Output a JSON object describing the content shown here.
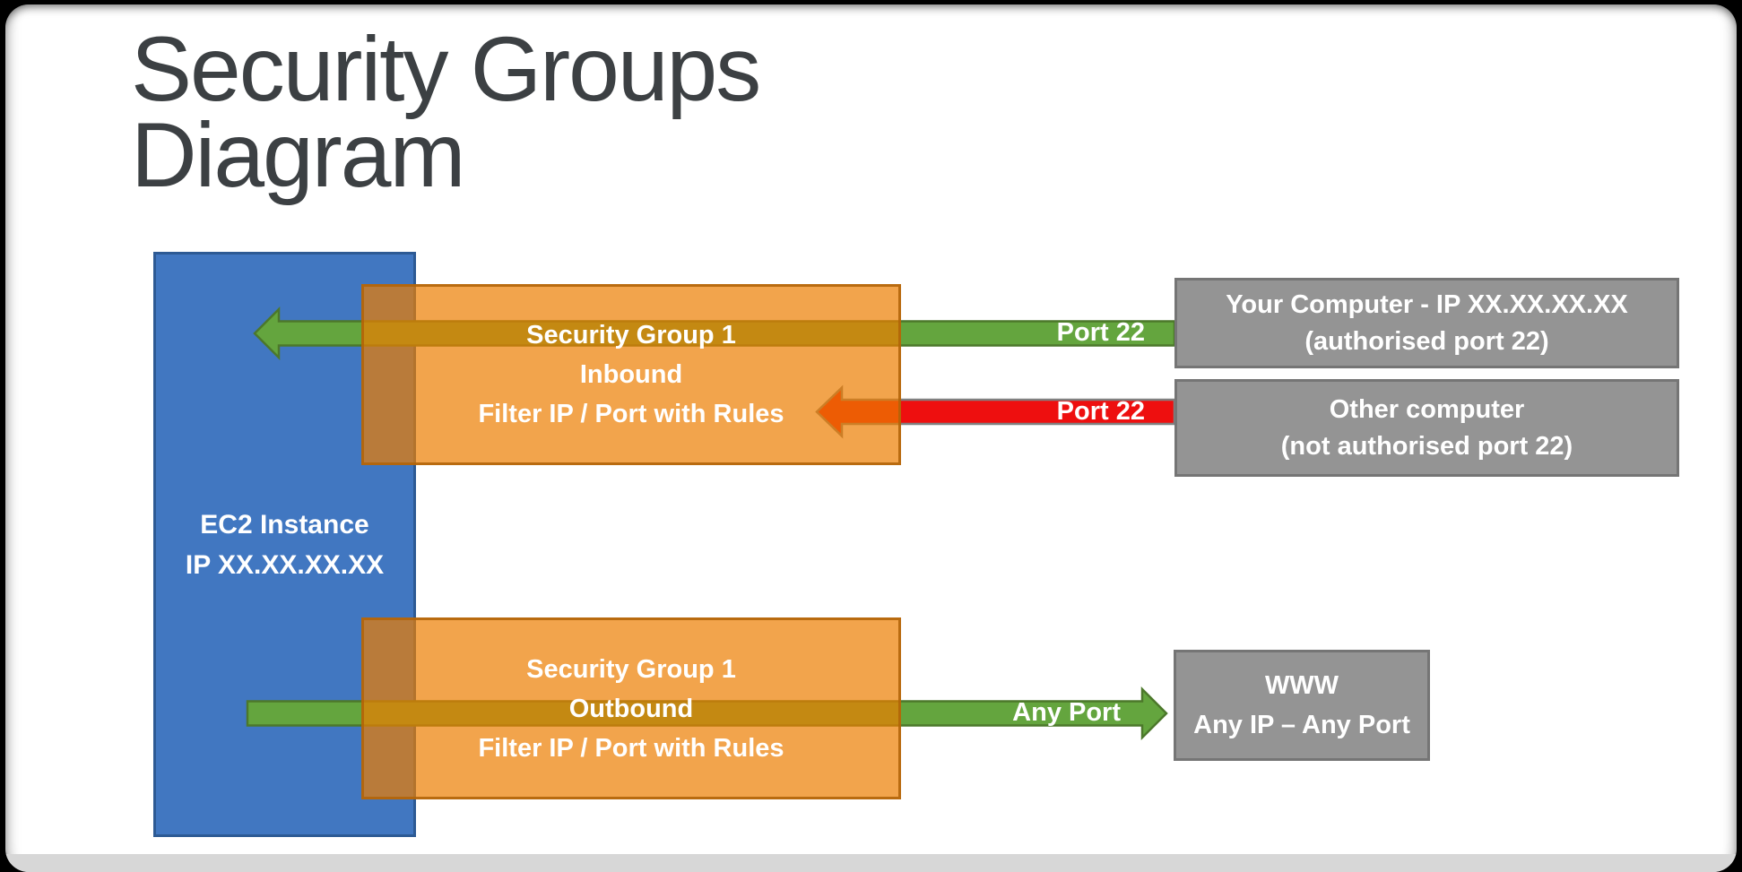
{
  "slide": {
    "title_line1": "Security Groups",
    "title_line2": "Diagram"
  },
  "nodes": {
    "ec2": {
      "line1": "EC2 Instance",
      "line2": "IP XX.XX.XX.XX"
    },
    "sg_inbound": {
      "line1": "Security Group 1",
      "line2": "Inbound",
      "line3": "Filter IP / Port with Rules"
    },
    "sg_outbound": {
      "line1": "Security Group 1",
      "line2": "Outbound",
      "line3": "Filter IP / Port with Rules"
    },
    "your_computer": {
      "line1": "Your Computer - IP XX.XX.XX.XX",
      "line2": "(authorised port 22)"
    },
    "other_computer": {
      "line1": "Other computer",
      "line2": "(not authorised port 22)"
    },
    "www": {
      "line1": "WWW",
      "line2": "Any IP – Any Port"
    }
  },
  "arrows": {
    "inbound_allowed": {
      "label": "Port 22",
      "direction": "left",
      "color": "#64a53e"
    },
    "inbound_blocked": {
      "label": "Port 22",
      "direction": "left",
      "color": "#ee0f0f"
    },
    "outbound": {
      "label": "Any Port",
      "direction": "right",
      "color": "#64a53e"
    }
  },
  "colors": {
    "ec2_blue": "#4177c1",
    "ec2_blue_border": "#2d5a94",
    "security_group_orange": "#ed7d00",
    "external_gray": "#949494",
    "allowed_green": "#64a53e",
    "allowed_green_border": "#4c782b",
    "blocked_red": "#ee0f0f",
    "blocked_red_border": "#808080",
    "title_text": "#3c4043",
    "bottom_strip": "#d7d7d7"
  }
}
